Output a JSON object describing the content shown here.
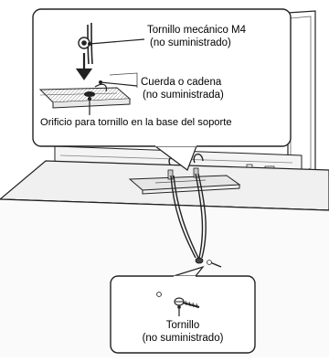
{
  "callout_top": {
    "screw_m4": {
      "line1": "Tornillo mecánico M4",
      "line2": "(no suministrado)"
    },
    "cord": {
      "line1": "Cuerda o cadena",
      "line2": "(no suministrada)"
    },
    "base_hole": "Orificio para tornillo en la base del soporte"
  },
  "callout_bottom": {
    "screw": {
      "line1": "Tornillo",
      "line2": "(no suministrado)"
    }
  }
}
